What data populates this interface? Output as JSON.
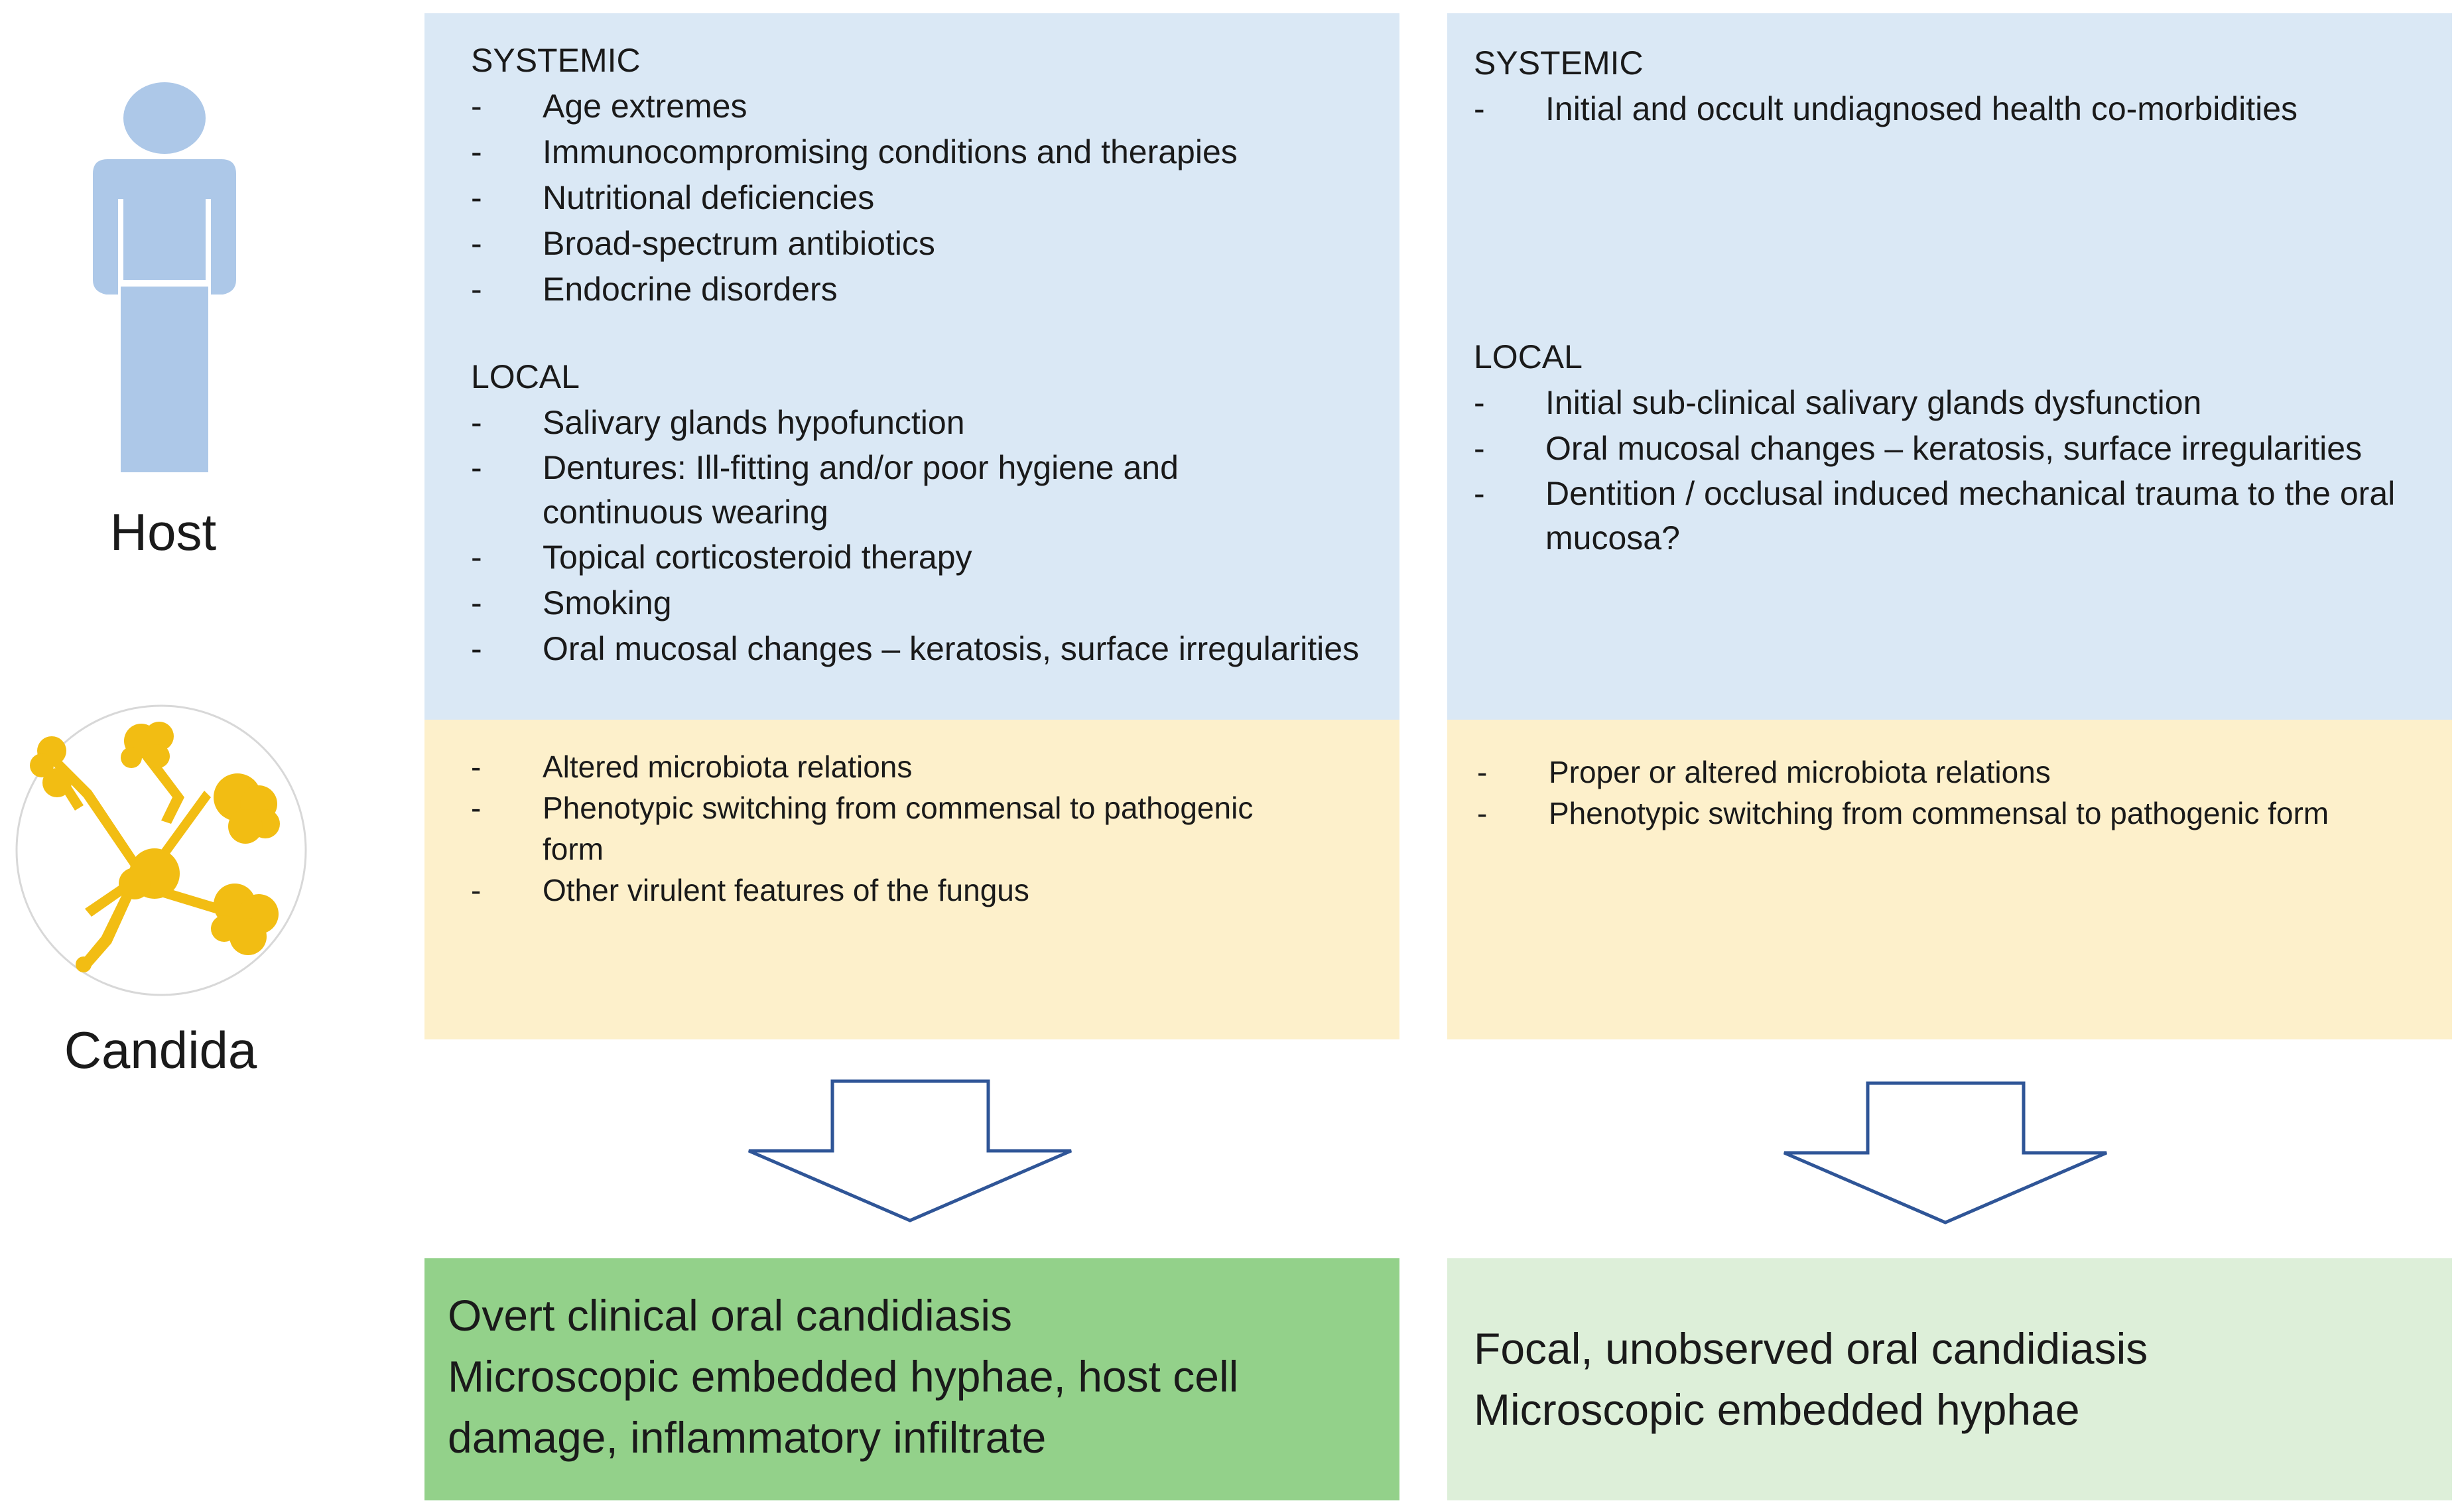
{
  "left_labels": {
    "host": "Host",
    "candida": "Candida"
  },
  "column1": {
    "host": {
      "systemic_heading": "SYSTEMIC",
      "systemic_items": [
        "Age extremes",
        "Immunocompromising conditions and therapies",
        "Nutritional deficiencies",
        "Broad-spectrum antibiotics",
        "Endocrine disorders"
      ],
      "local_heading": "LOCAL",
      "local_items": [
        "Salivary glands hypofunction",
        "Dentures: Ill-fitting and/or poor hygiene and continuous wearing",
        "Topical corticosteroid therapy",
        "Smoking",
        "Oral mucosal changes – keratosis, surface irregularities"
      ]
    },
    "candida_items": [
      "Altered microbiota relations",
      "Phenotypic switching from commensal to pathogenic form",
      "Other virulent features of the fungus"
    ],
    "outcome_lines": [
      "Overt clinical oral candidiasis",
      "Microscopic embedded hyphae, host cell damage, inflammatory infiltrate"
    ]
  },
  "column2": {
    "host": {
      "systemic_heading": "SYSTEMIC",
      "systemic_items": [
        "Initial and occult undiagnosed health co-morbidities"
      ],
      "local_heading": "LOCAL",
      "local_items": [
        "Initial sub-clinical salivary glands dysfunction",
        "Oral mucosal changes – keratosis, surface irregularities",
        "Dentition / occlusal induced mechanical trauma to the oral mucosa?"
      ]
    },
    "candida_items": [
      "Proper or altered microbiota relations",
      "Phenotypic switching from commensal to pathogenic form"
    ],
    "outcome_lines": [
      "Focal, unobserved oral candidiasis",
      "Microscopic embedded hyphae"
    ]
  },
  "dash_symbol": "-",
  "colors": {
    "host_box": "#dae8f5",
    "candida_box": "#fdf0cb",
    "outcome_overt": "#93d18a",
    "outcome_focal": "#ddefd9",
    "host_figure": "#adc8e8",
    "arrow_stroke": "#2f5597",
    "candida_fungus": "#f2bd13"
  },
  "icons": {
    "host": "person-icon",
    "candida": "candida-fungus-icon"
  }
}
